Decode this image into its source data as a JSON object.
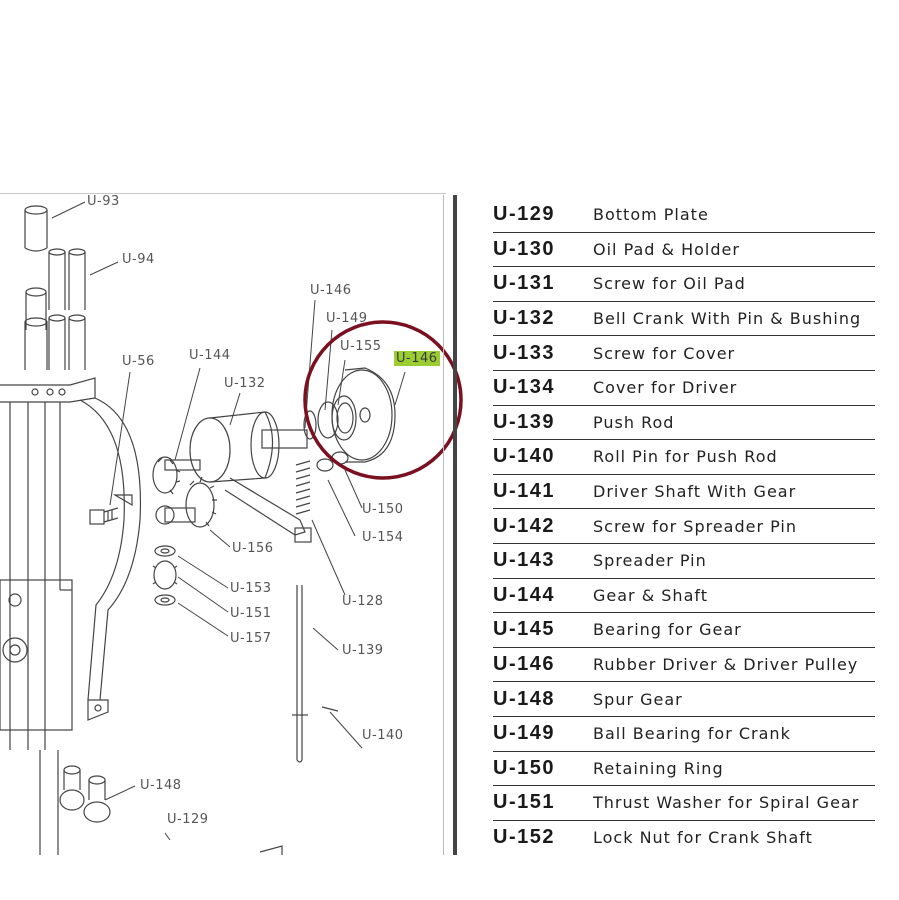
{
  "diagram": {
    "callouts": [
      {
        "id": "u93",
        "label": "U-93"
      },
      {
        "id": "u94",
        "label": "U-94"
      },
      {
        "id": "u56",
        "label": "U-56"
      },
      {
        "id": "u144",
        "label": "U-144"
      },
      {
        "id": "u132",
        "label": "U-132"
      },
      {
        "id": "u146a",
        "label": "U-146"
      },
      {
        "id": "u149",
        "label": "U-149"
      },
      {
        "id": "u155",
        "label": "U-155"
      },
      {
        "id": "u146b",
        "label": "U-146",
        "highlight": true
      },
      {
        "id": "u150",
        "label": "U-150"
      },
      {
        "id": "u154",
        "label": "U-154"
      },
      {
        "id": "u156",
        "label": "U-156"
      },
      {
        "id": "u153",
        "label": "U-153"
      },
      {
        "id": "u151",
        "label": "U-151"
      },
      {
        "id": "u157",
        "label": "U-157"
      },
      {
        "id": "u128",
        "label": "U-128"
      },
      {
        "id": "u139",
        "label": "U-139"
      },
      {
        "id": "u140",
        "label": "U-140"
      },
      {
        "id": "u148",
        "label": "U-148"
      },
      {
        "id": "u129",
        "label": "U-129"
      }
    ],
    "highlight_color": "#9acd32",
    "circle_color": "#7a1020"
  },
  "parts": [
    {
      "code": "U-129",
      "description": "Bottom Plate"
    },
    {
      "code": "U-130",
      "description": "Oil Pad & Holder"
    },
    {
      "code": "U-131",
      "description": "Screw for Oil Pad"
    },
    {
      "code": "U-132",
      "description": "Bell Crank With Pin & Bushing"
    },
    {
      "code": "U-133",
      "description": "Screw for Cover"
    },
    {
      "code": "U-134",
      "description": "Cover for Driver"
    },
    {
      "code": "U-139",
      "description": "Push Rod"
    },
    {
      "code": "U-140",
      "description": "Roll Pin for Push Rod"
    },
    {
      "code": "U-141",
      "description": "Driver Shaft With Gear"
    },
    {
      "code": "U-142",
      "description": "Screw for Spreader Pin"
    },
    {
      "code": "U-143",
      "description": "Spreader Pin"
    },
    {
      "code": "U-144",
      "description": "Gear & Shaft"
    },
    {
      "code": "U-145",
      "description": "Bearing for Gear"
    },
    {
      "code": "U-146",
      "description": "Rubber Driver & Driver Pulley"
    },
    {
      "code": "U-148",
      "description": "Spur Gear"
    },
    {
      "code": "U-149",
      "description": "Ball Bearing for Crank"
    },
    {
      "code": "U-150",
      "description": "Retaining Ring"
    },
    {
      "code": "U-151",
      "description": "Thrust Washer for Spiral Gear"
    },
    {
      "code": "U-152",
      "description": "Lock Nut for Crank Shaft"
    }
  ]
}
